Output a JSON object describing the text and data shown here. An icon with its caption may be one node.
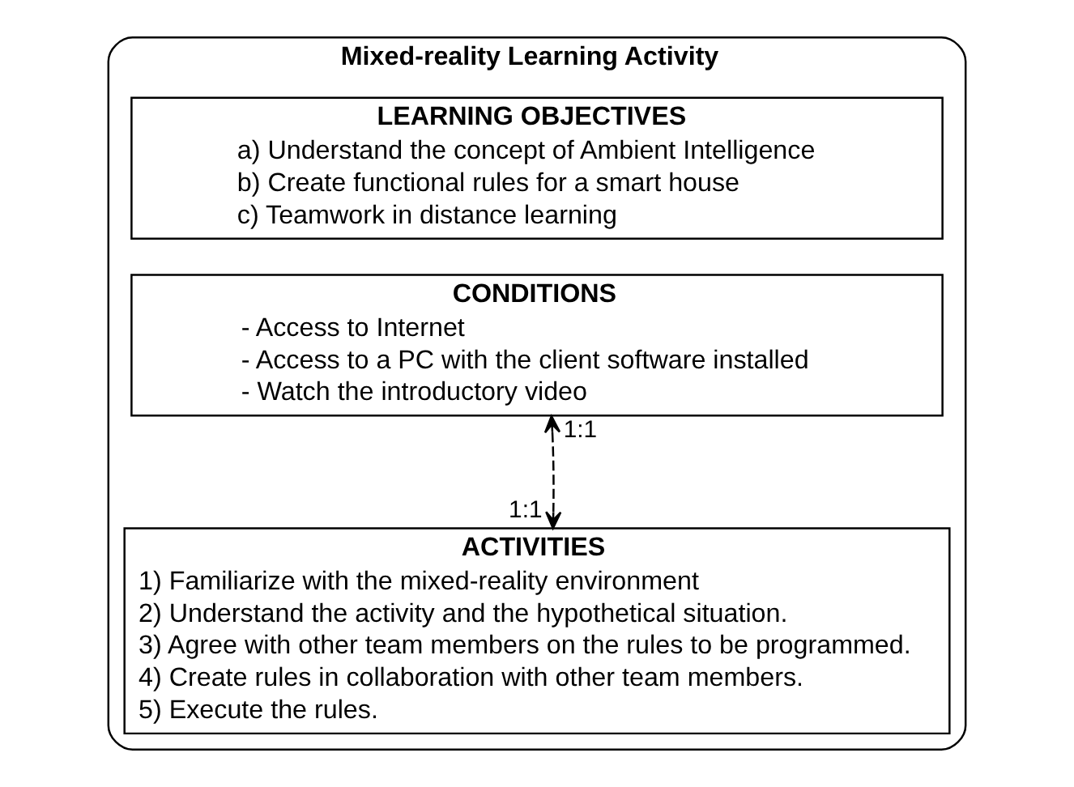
{
  "diagram": {
    "nodes": [
      {
        "text": [
          "Mixed-reality Learning Activity"
        ]
      },
      {
        "text": [
          "LEARNING OBJECTIVES",
          "a) Understand the concept of Ambient Intelligence",
          "b) Create functional rules for a smart house",
          "c) Teamwork in distance learning"
        ],
        "in": 0
      },
      {
        "text": [
          "CONDITIONS",
          "- Access to Internet",
          "- Access to a PC with the client software installed",
          "- Watch the introductory video"
        ],
        "in": 0
      },
      {
        "text": [
          "ACTIVITIES",
          "1) Familiarize with the mixed-reality environment",
          "2) Understand the activity and the hypothetical situation.",
          "3) Agree with other team members on the rules to be programmed.",
          "4) Create rules in collaboration with other team members.",
          "5) Execute the rules."
        ],
        "in": 0
      }
    ],
    "edges": [
      {
        "from": 2,
        "to": 3,
        "arrow": "both",
        "style": "dashed"
      }
    ],
    "labels": [
      "1:1",
      "1:1"
    ]
  }
}
